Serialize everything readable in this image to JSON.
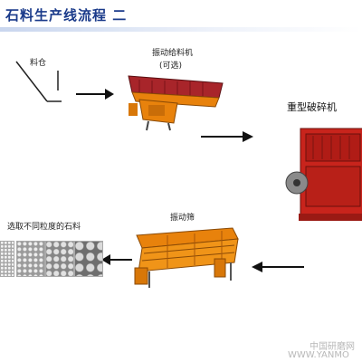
{
  "title": "石料生产线流程 二",
  "nodes": {
    "hopper": {
      "label": "料仓"
    },
    "feeder": {
      "label": "振动给料机",
      "note": "(可选)"
    },
    "crusher": {
      "label": "重型破碎机"
    },
    "screen": {
      "label": "振动筛"
    },
    "output": {
      "label": "选取不同粒度的石料"
    }
  },
  "watermark": {
    "line1": "中国研磨网",
    "line2": "WWW.YANMO"
  },
  "colors": {
    "title": "#1a3a8a",
    "machine_orange": "#e8820c",
    "machine_red": "#c8241c",
    "feeder_deck": "#a8252a",
    "arrow": "#111111"
  }
}
